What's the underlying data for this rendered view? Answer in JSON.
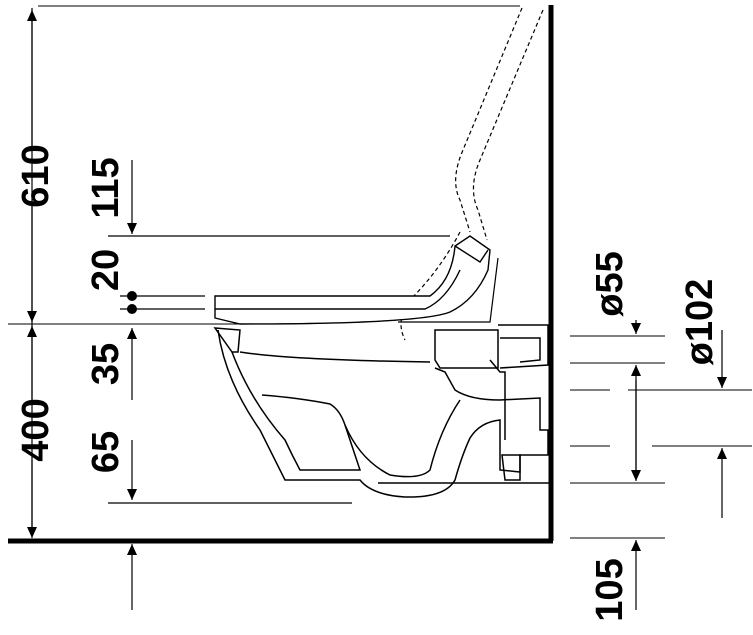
{
  "dimensions": {
    "height_total": "610",
    "height_lower": "400",
    "seat_gap": "115",
    "seat_thickness": "20",
    "rim_offset": "35",
    "bowl_depth": "65",
    "floor_offset": "105",
    "outlet_small": "ø55",
    "outlet_large": "ø102"
  },
  "colors": {
    "line": "#000000",
    "background": "#ffffff"
  }
}
